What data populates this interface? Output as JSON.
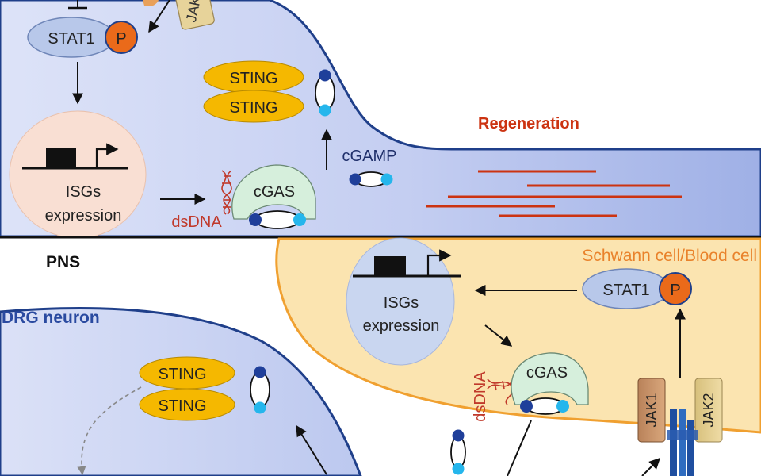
{
  "top_panel": {
    "stat1": "STAT1",
    "phospho": "P",
    "jak_label": "JAK",
    "isgs_line1": "ISGs",
    "isgs_line2": "expression",
    "sting_top": "STING",
    "sting_bottom": "STING",
    "cgamp": "cGAMP",
    "cgas": "cGAS",
    "dsdna": "dsDNA",
    "regeneration": "Regeneration"
  },
  "bottom_panel": {
    "pns": "PNS",
    "drg_neuron": "DRG neuron",
    "schwann": "Schwann cell/Blood cell",
    "isgs_line1": "ISGs",
    "isgs_line2": "expression",
    "stat1": "STAT1",
    "phospho": "P",
    "cgas": "cGAS",
    "dsdna": "dsDNA",
    "sting_top": "STING",
    "sting_bottom": "STING",
    "jak1": "JAK1",
    "jak2": "JAK2"
  },
  "colors": {
    "neuron_fill": "#c4cff0",
    "neuron_stroke": "#1f3f8a",
    "schwann_fill": "#fbe4b0",
    "schwann_stroke": "#f0a030",
    "sting_fill": "#f5b800",
    "regeneration": "#cc3311",
    "dna": "#c0392b",
    "stat1_fill": "#b8c8ea",
    "phospho_fill": "#ea6a1a",
    "isg_top_fill": "#f9dfd3",
    "isg_bottom_fill": "#c9d6f0",
    "cgas_fill": "#d6efdc"
  }
}
